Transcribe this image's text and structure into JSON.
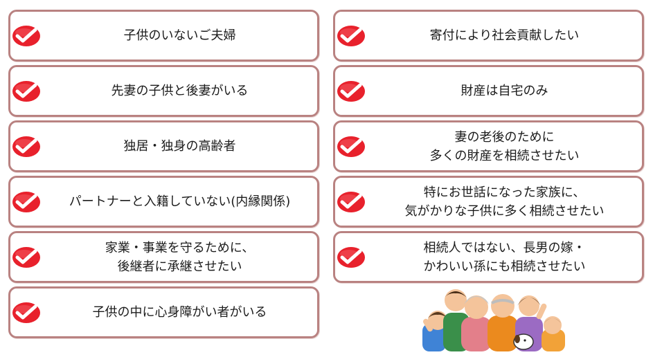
{
  "icons": {
    "checkmark": "red-circle-checkmark-icon",
    "accent_color": "#e8212c",
    "border_color": "#b98281"
  },
  "left_column": [
    {
      "label": "子供のいないご夫婦"
    },
    {
      "label": "先妻の子供と後妻がいる"
    },
    {
      "label": "独居・独身の高齢者"
    },
    {
      "label": "パートナーと入籍していない(内縁関係)"
    },
    {
      "label": "家業・事業を守るために、\n後継者に承継させたい"
    },
    {
      "label": "子供の中に心身障がい者がいる"
    }
  ],
  "right_column": [
    {
      "label": "寄付により社会貢献したい"
    },
    {
      "label": "財産は自宅のみ"
    },
    {
      "label": "妻の老後のために\n多くの財産を相続させたい"
    },
    {
      "label": "特にお世話になった家族に、\n気がかりな子供に多く相続させたい"
    },
    {
      "label": "相続人ではない、長男の嫁・\nかわいい孫にも相続させたい"
    }
  ],
  "illustration": {
    "name": "family-illustration"
  }
}
